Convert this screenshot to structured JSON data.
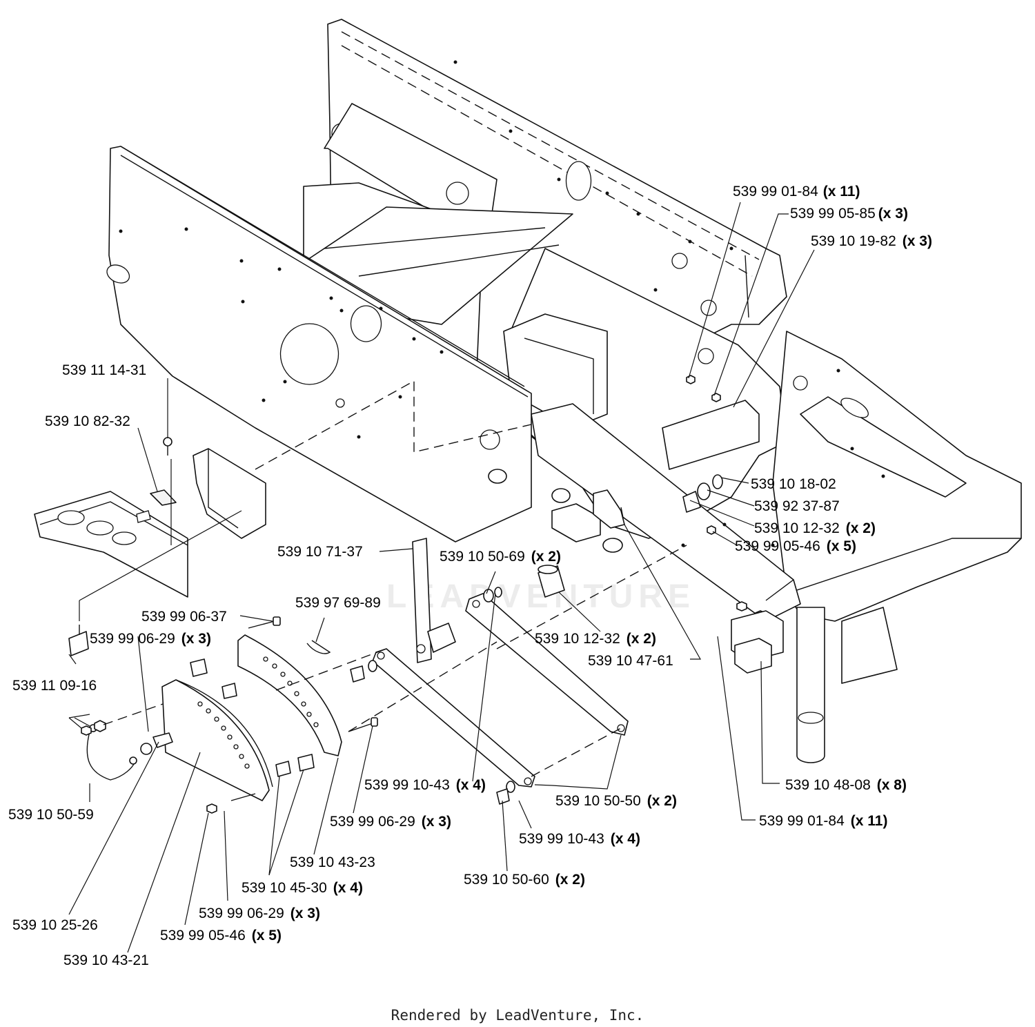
{
  "watermark": "LEADVENTURE",
  "footer": "Rendered by LeadVenture, Inc.",
  "callouts": [
    {
      "part": "539 99 01-84",
      "qty": "(x 11)"
    },
    {
      "part": "539 99 05-85",
      "qty": "(x 3)"
    },
    {
      "part": "539 10 19-82",
      "qty": "(x 3)"
    },
    {
      "part": "539 11 14-31",
      "qty": ""
    },
    {
      "part": "539 10 82-32",
      "qty": ""
    },
    {
      "part": "539 10 18-02",
      "qty": ""
    },
    {
      "part": "539 92 37-87",
      "qty": ""
    },
    {
      "part": "539 10 12-32",
      "qty": "(x 2)"
    },
    {
      "part": "539 99 05-46",
      "qty": "(x 5)"
    },
    {
      "part": "539 10 71-37",
      "qty": ""
    },
    {
      "part": "539 10 50-69",
      "qty": "(x 2)"
    },
    {
      "part": "539 97 69-89",
      "qty": ""
    },
    {
      "part": "539 99 06-37",
      "qty": ""
    },
    {
      "part": "539 99 06-29",
      "qty": "(x 3)"
    },
    {
      "part": "539 10 12-32",
      "qty": "(x 2)"
    },
    {
      "part": "539 10 47-61",
      "qty": ""
    },
    {
      "part": "539 11 09-16",
      "qty": ""
    },
    {
      "part": "539 10 48-08",
      "qty": "(x 8)"
    },
    {
      "part": "539 99 10-43",
      "qty": "(x 4)"
    },
    {
      "part": "539 10 50-50",
      "qty": "(x 2)"
    },
    {
      "part": "539 10 50-59",
      "qty": ""
    },
    {
      "part": "539 99 06-29",
      "qty": "(x 3)"
    },
    {
      "part": "539 99 01-84",
      "qty": "(x 11)"
    },
    {
      "part": "539 99 10-43",
      "qty": "(x 4)"
    },
    {
      "part": "539 10 43-23",
      "qty": ""
    },
    {
      "part": "539 10 45-30",
      "qty": "(x 4)"
    },
    {
      "part": "539 10 50-60",
      "qty": "(x 2)"
    },
    {
      "part": "539 99 06-29",
      "qty": "(x 3)"
    },
    {
      "part": "539 10 25-26",
      "qty": ""
    },
    {
      "part": "539 99 05-46",
      "qty": "(x 5)"
    },
    {
      "part": "539 10 43-21",
      "qty": ""
    }
  ]
}
